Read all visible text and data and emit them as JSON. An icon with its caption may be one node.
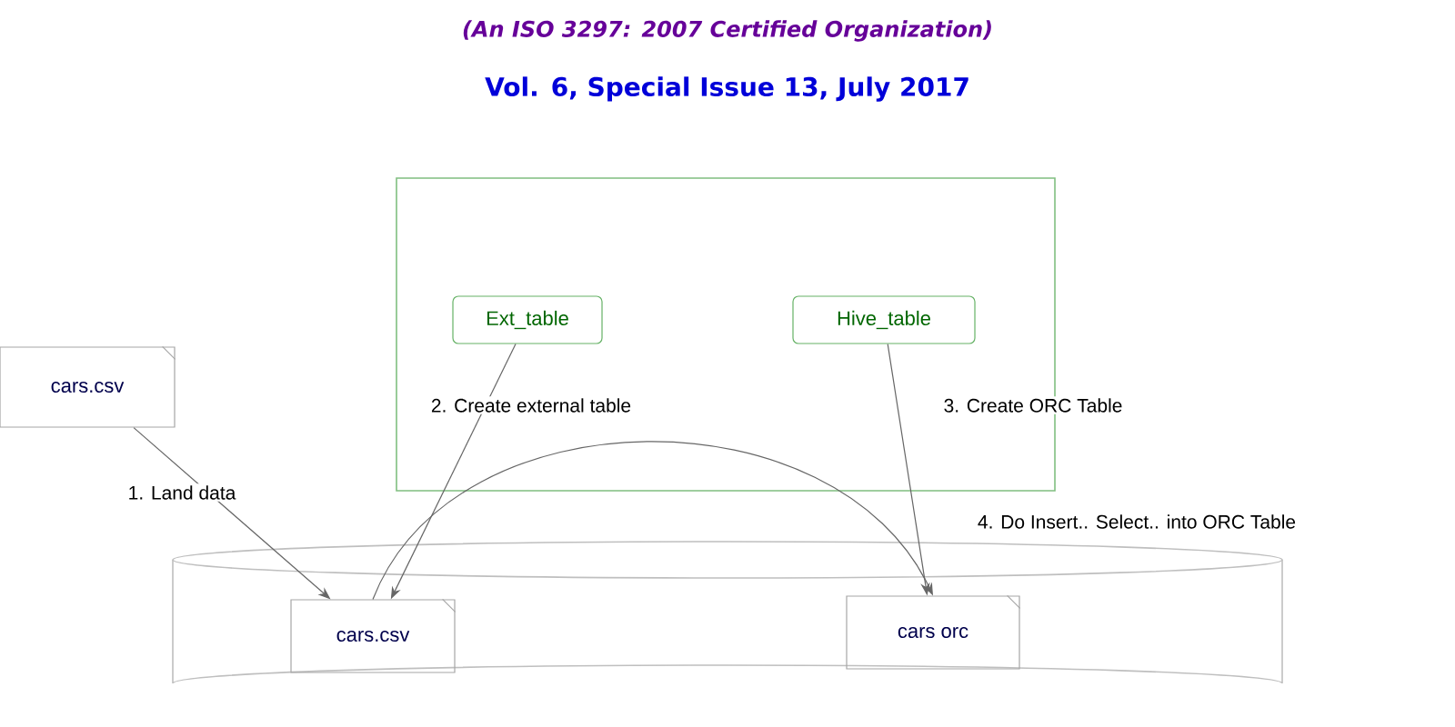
{
  "diagram": {
    "nodes": [
      {
        "text": [],
        "shape": "box"
      },
      {
        "text": [
          "Ext_table"
        ],
        "in": 0
      },
      {
        "text": [
          "Hive_table"
        ],
        "in": 0
      },
      {
        "text": [
          "cars.csv"
        ]
      },
      {
        "text": [],
        "shape": "cylinder"
      },
      {
        "text": [
          "cars.csv"
        ],
        "in": 4
      },
      {
        "text": [
          "cars orc"
        ],
        "in": 4
      }
    ],
    "edges": [
      {
        "from": 3,
        "to": 5,
        "arrow": "to",
        "label": "1. Land data"
      },
      {
        "from": 1,
        "to": 5,
        "arrow": "to",
        "label": "2. Create external table"
      },
      {
        "from": 2,
        "to": 6,
        "arrow": "to",
        "label": "3. Create ORC Table"
      },
      {
        "from": 5,
        "to": 6,
        "arrow": "to",
        "label": "4. Do Insert.. Select.. into ORC Table"
      }
    ],
    "labels": [
      "(An ISO 3297: 2007 Certified Organization)",
      "Vol. 6, Special Issue 13, July 2017"
    ]
  }
}
